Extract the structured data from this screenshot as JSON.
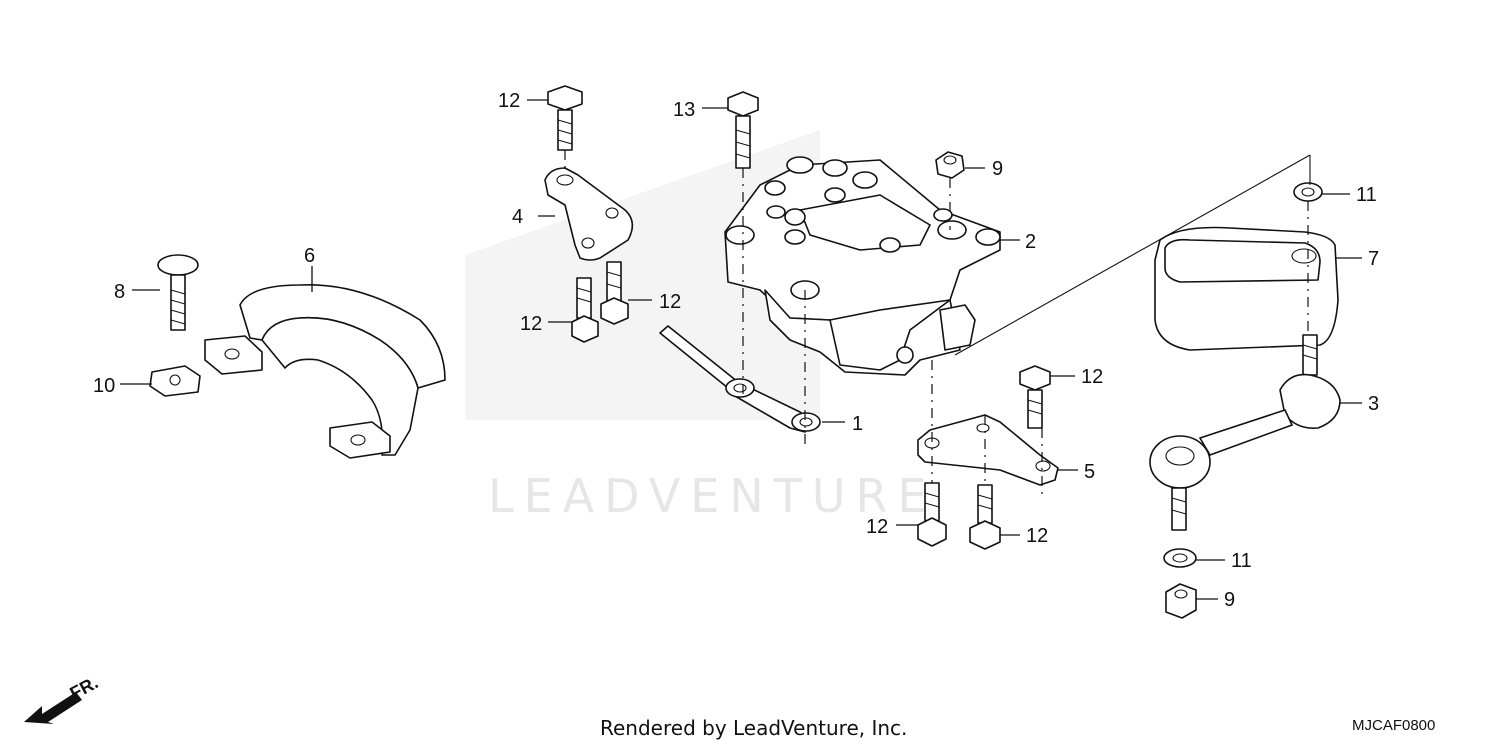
{
  "diagram": {
    "callouts": {
      "c1": "1",
      "c2": "2",
      "c3": "3",
      "c4": "4",
      "c5": "5",
      "c6": "6",
      "c7": "7",
      "c8": "8",
      "c9a": "9",
      "c9b": "9",
      "c10": "10",
      "c11a": "11",
      "c11b": "11",
      "c12a": "12",
      "c12b": "12",
      "c12c": "12",
      "c12d": "12",
      "c12e": "12",
      "c12f": "12",
      "c13": "13"
    },
    "watermark": "LEADVENTURE",
    "direction_label": "FR."
  },
  "footer": {
    "credit": "Rendered by LeadVenture, Inc.",
    "code": "MJCAF0800"
  }
}
